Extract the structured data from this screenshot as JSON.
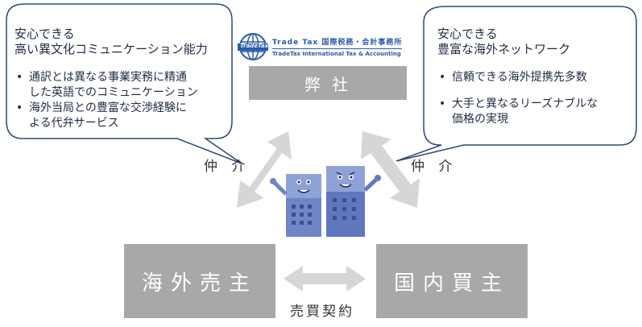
{
  "left_bubble": {
    "title_lines": [
      "安心できる",
      "高い異文化コミュニケーション能力"
    ],
    "bullets": [
      [
        "通訳とは異なる事業実務に精通",
        "した英語でのコミュニケーション"
      ],
      [
        "海外当局との豊富な交渉経験に",
        "よる代弁サービス"
      ]
    ]
  },
  "right_bubble": {
    "title_lines": [
      "安心できる",
      "豊富な海外ネットワーク"
    ],
    "bullets": [
      [
        "信頼できる海外提携先多数"
      ],
      [
        "大手と異なるリーズナブルな",
        "価格の実現"
      ]
    ]
  },
  "company": {
    "logo_text": "TradeTax",
    "logo_name_jp": "Trade Tax 国際税務・会計事務所",
    "logo_name_en": "TradeTax International Tax & Accounting",
    "label": "弊 社"
  },
  "seller": {
    "label": "海外売主"
  },
  "buyer": {
    "label": "国内買主"
  },
  "mediation_left": "仲 介",
  "mediation_right": "仲 介",
  "contract": "売買契約",
  "colors": {
    "bubble_border": "#2f4a7a",
    "box_grey": "#a8a8a8",
    "arrow_grey": "#d6d6d6",
    "building_blue": "#6f86c6",
    "logo_blue": "#2b5aa8"
  }
}
